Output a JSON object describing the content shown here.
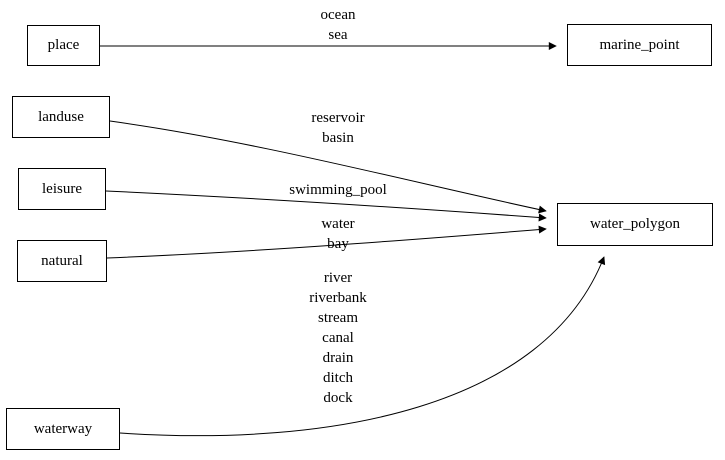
{
  "diagram": {
    "type": "directed-graph",
    "background_color": "#ffffff",
    "stroke_color": "#000000",
    "nodes": [
      {
        "id": "place",
        "label": "place"
      },
      {
        "id": "marine_point",
        "label": "marine_point"
      },
      {
        "id": "landuse",
        "label": "landuse"
      },
      {
        "id": "leisure",
        "label": "leisure"
      },
      {
        "id": "natural",
        "label": "natural"
      },
      {
        "id": "waterway",
        "label": "waterway"
      },
      {
        "id": "water_polygon",
        "label": "water_polygon"
      }
    ],
    "edges": [
      {
        "from": "place",
        "to": "marine_point",
        "label": "ocean\nsea"
      },
      {
        "from": "landuse",
        "to": "water_polygon",
        "label": "reservoir\nbasin"
      },
      {
        "from": "leisure",
        "to": "water_polygon",
        "label": "swimming_pool"
      },
      {
        "from": "natural",
        "to": "water_polygon",
        "label": "water\nbay"
      },
      {
        "from": "waterway",
        "to": "water_polygon",
        "label": "river\nriverbank\nstream\ncanal\ndrain\nditch\ndock"
      }
    ]
  }
}
